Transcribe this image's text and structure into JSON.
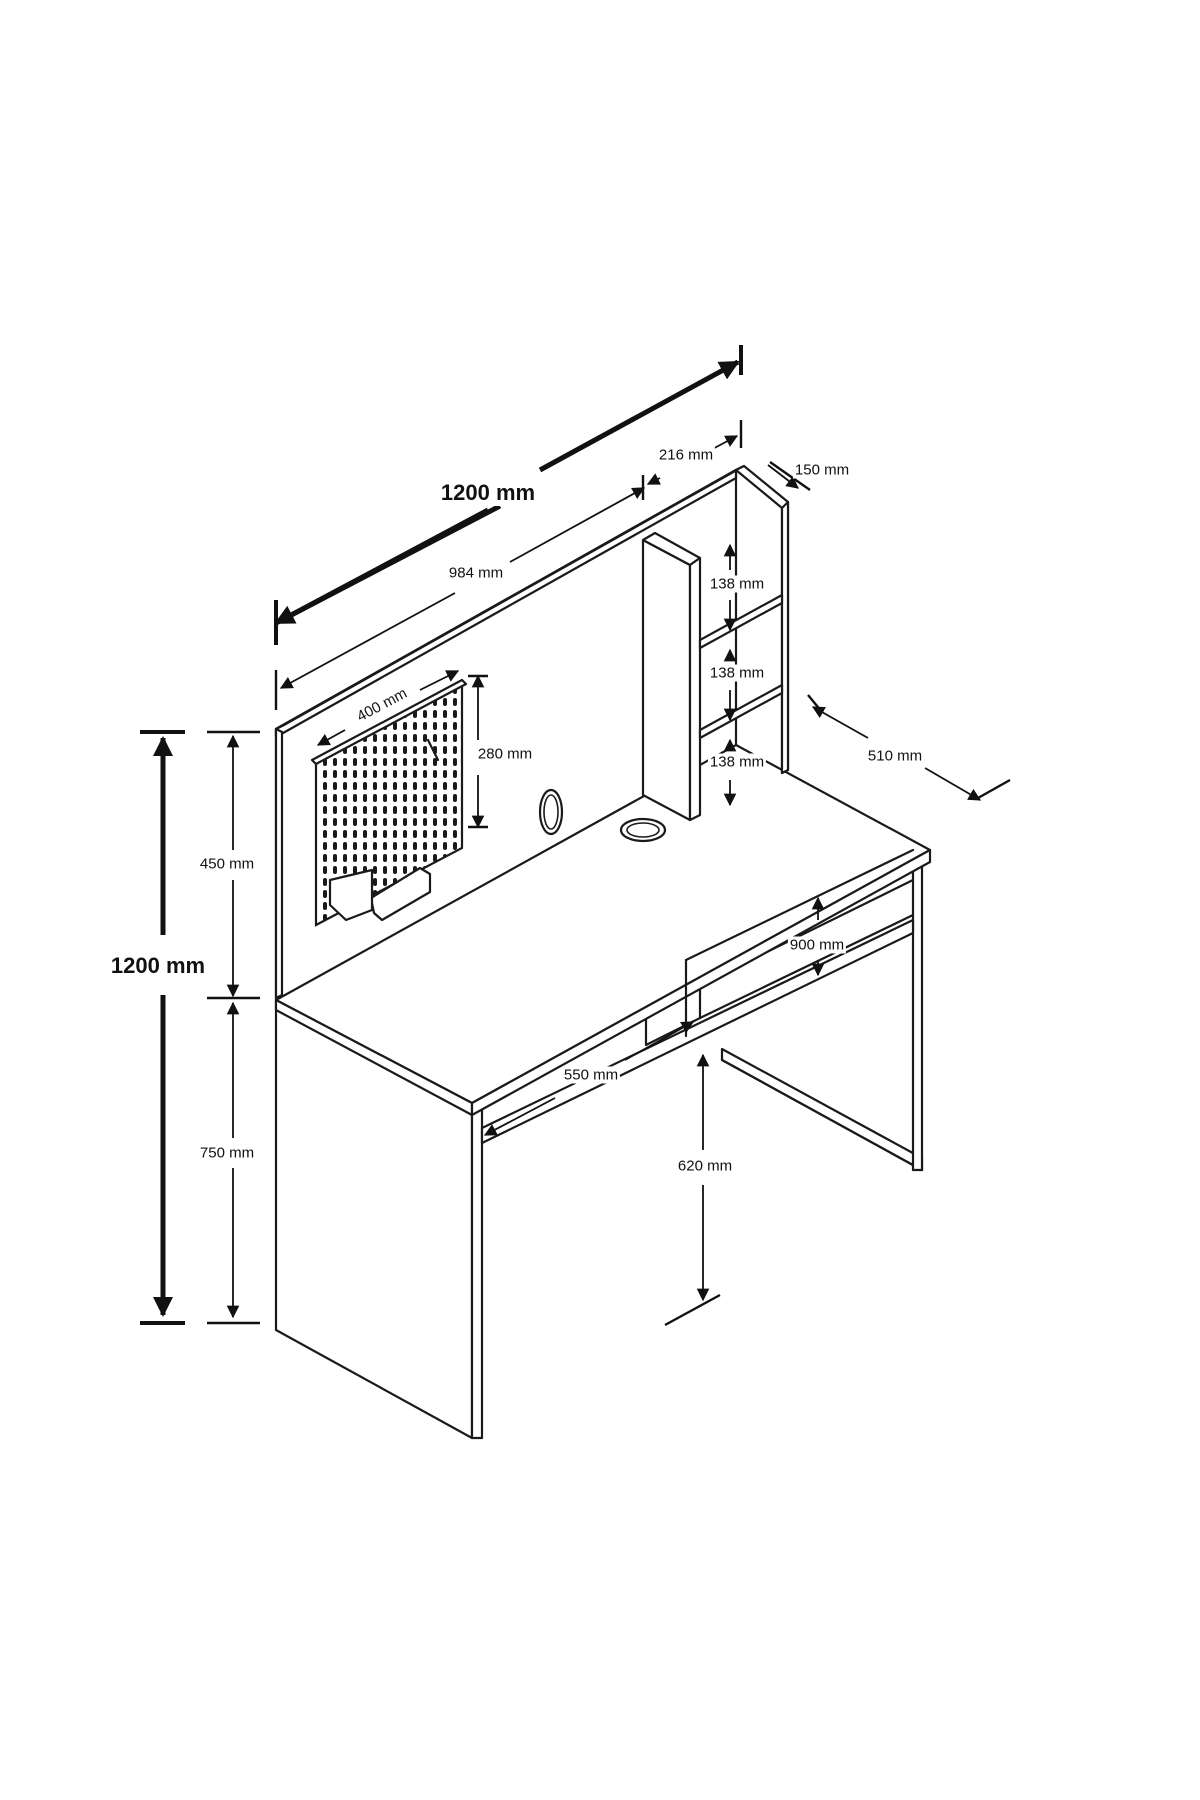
{
  "dimensions": {
    "total_width": "1200 mm",
    "total_height": "1200 mm",
    "hutch_inner_width": "984 mm",
    "shelf_width": "216 mm",
    "hutch_depth": "150 mm",
    "shelf_gap_1": "138 mm",
    "shelf_gap_2": "138 mm",
    "shelf_gap_3": "138 mm",
    "pegboard_width": "400 mm",
    "pegboard_height": "280 mm",
    "hutch_height": "450 mm",
    "desk_height": "750 mm",
    "desk_depth": "510 mm",
    "desk_inner_width": "900 mm",
    "shelf_opening_width": "550 mm",
    "knee_height": "620 mm"
  }
}
